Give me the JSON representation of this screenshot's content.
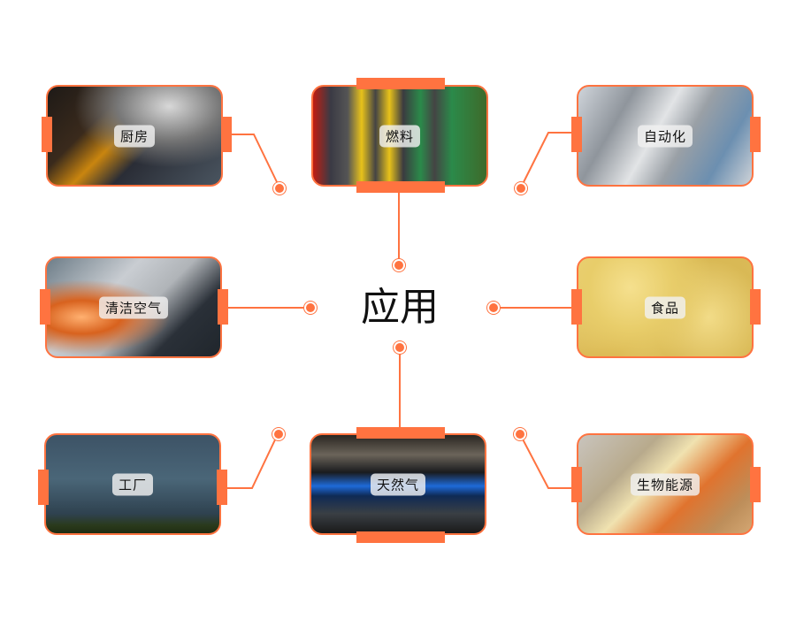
{
  "center": {
    "title": "应用"
  },
  "colors": {
    "accent": "#ff7340",
    "text": "#111111",
    "background": "#ffffff"
  },
  "cards": [
    {
      "id": "kitchen",
      "label": "厨房",
      "image": "kitchen-cooking-pot-photo"
    },
    {
      "id": "fuel",
      "label": "燃料",
      "image": "fuel-pump-nozzles-photo"
    },
    {
      "id": "automation",
      "label": "自动化",
      "image": "industrial-valves-photo"
    },
    {
      "id": "clean-air",
      "label": "清洁空气",
      "image": "angle-grinder-sparks-photo"
    },
    {
      "id": "food",
      "label": "食品",
      "image": "potato-chips-photo"
    },
    {
      "id": "factory",
      "label": "工厂",
      "image": "cooling-tower-power-plant-photo"
    },
    {
      "id": "natural-gas",
      "label": "天然气",
      "image": "gas-stove-blue-flame-photo"
    },
    {
      "id": "bio-energy",
      "label": "生物能源",
      "image": "cheese-carrot-plug-photo"
    }
  ]
}
